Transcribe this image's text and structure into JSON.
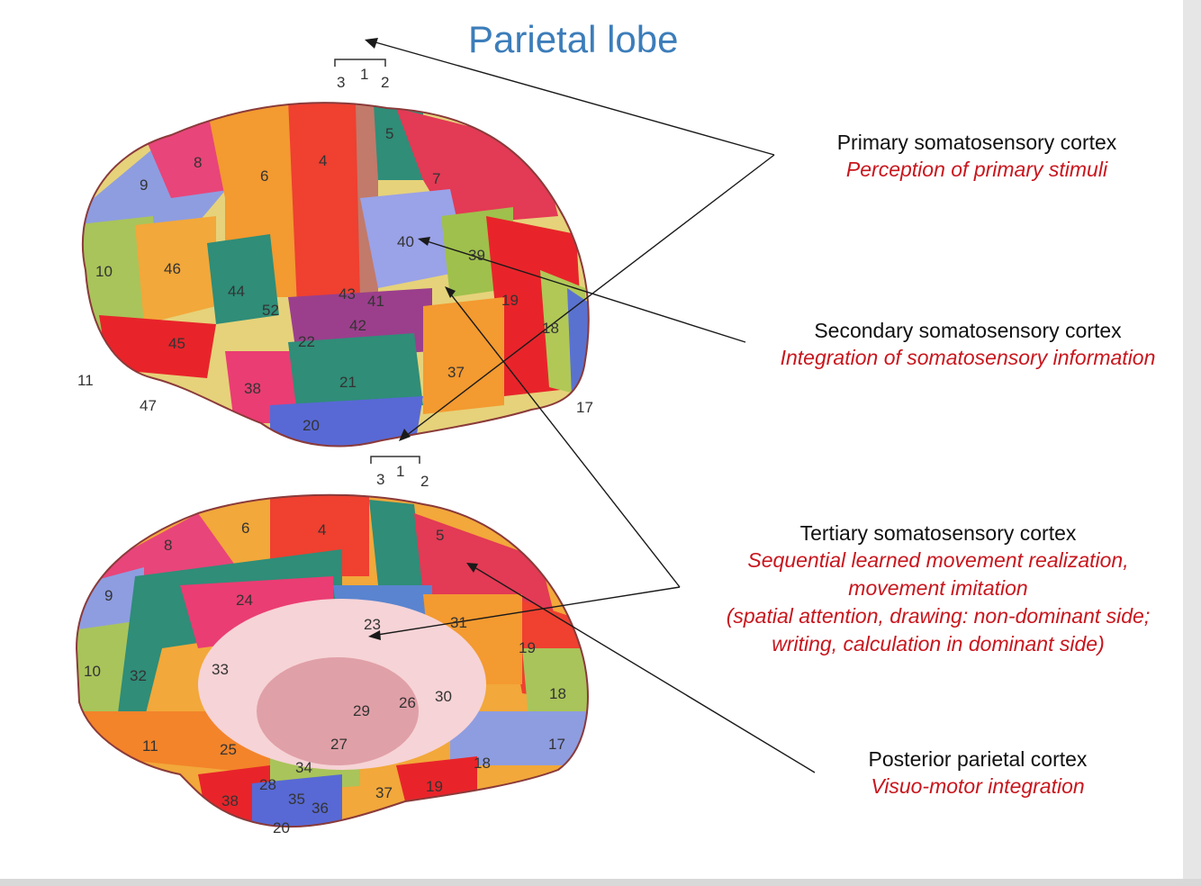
{
  "title": "Parietal lobe",
  "colors": {
    "title": "#3c7dba",
    "description": "#c8161d",
    "label": "#111111",
    "arrow": "#1a1a1a"
  },
  "regions": [
    {
      "name": "Primary somatosensory cortex",
      "description": "Perception of primary stimuli"
    },
    {
      "name": "Secondary somatosensory cortex",
      "description": "Integration of somatosensory information"
    },
    {
      "name": "Tertiary somatosensory cortex",
      "description_lines": [
        "Sequential learned movement realization,",
        "movement imitation",
        "(spatial attention, drawing: non-dominant side;",
        "writing, calculation in dominant side)"
      ]
    },
    {
      "name": "Posterior parietal cortex",
      "description": "Visuo-motor integration"
    }
  ],
  "lateral_view_areas": [
    "3",
    "1",
    "2",
    "5",
    "4",
    "8",
    "6",
    "7",
    "9",
    "10",
    "46",
    "40",
    "39",
    "44",
    "43",
    "41",
    "52",
    "42",
    "19",
    "18",
    "45",
    "22",
    "11",
    "47",
    "38",
    "21",
    "37",
    "17",
    "20"
  ],
  "medial_view_areas": [
    "3",
    "1",
    "2",
    "6",
    "4",
    "5",
    "8",
    "9",
    "24",
    "23",
    "31",
    "19",
    "10",
    "32",
    "33",
    "30",
    "18",
    "26",
    "29",
    "27",
    "17",
    "11",
    "25",
    "34",
    "18",
    "28",
    "35",
    "36",
    "37",
    "19",
    "38",
    "20"
  ]
}
